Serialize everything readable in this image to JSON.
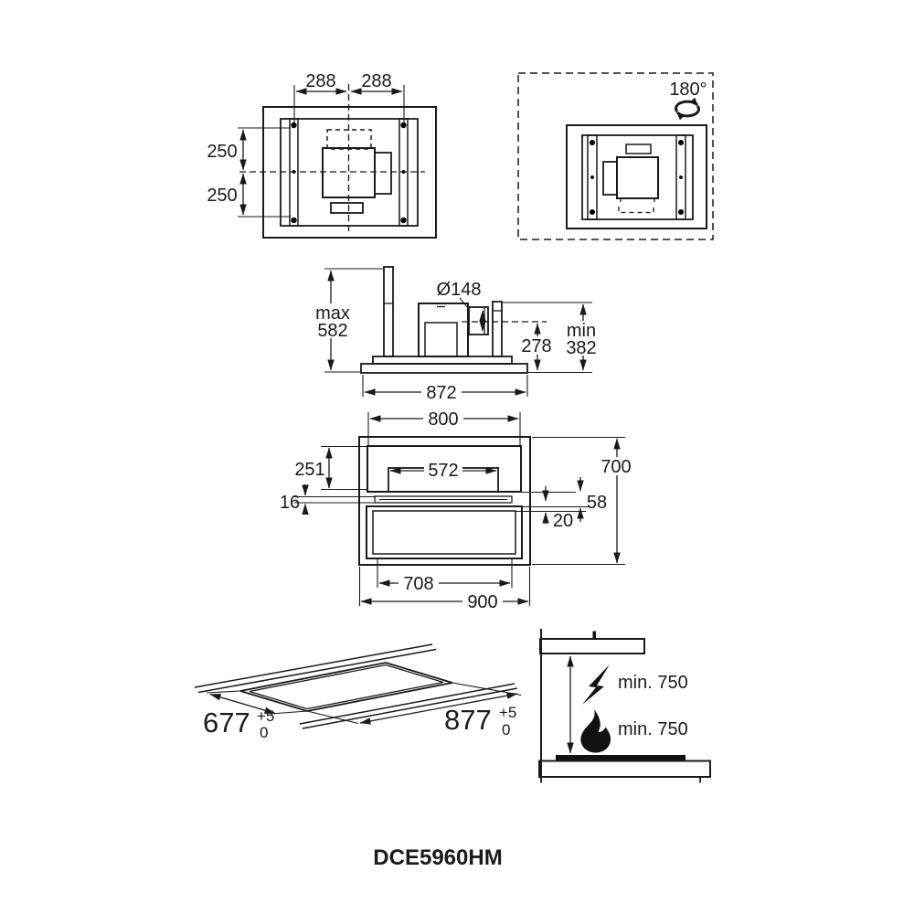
{
  "drawing": {
    "model": "DCE5960HM",
    "colors": {
      "line": "#1a1a1a",
      "background": "#ffffff",
      "icon_fill": "#111111"
    },
    "icons": {
      "rotate": "rotation-arrows-icon",
      "electric": "lightning-bolt-icon",
      "gas": "flame-icon"
    },
    "views": {
      "ceiling_plan": {
        "width_left": "288",
        "width_right": "288",
        "height_upper": "250",
        "height_lower": "250"
      },
      "ceiling_plan_rotated": {
        "rotation_angle": "180°"
      },
      "side_elevation": {
        "max_label": "max",
        "max_value": "582",
        "duct_diameter": "Ø148",
        "duct_offset": "278",
        "min_label": "min",
        "min_value": "382",
        "base_width": "872"
      },
      "front_elevation": {
        "body_width": "800",
        "total_height": "700",
        "upper_height": "251",
        "panel_width": "572",
        "panel_thickness": "16",
        "gap_height": "58",
        "lower_inset": "20",
        "lower_width": "708",
        "total_width": "900"
      },
      "ceiling_cutout": {
        "depth": "677",
        "depth_tol_plus": "+5",
        "depth_tol_minus": "0",
        "width": "877",
        "width_tol_plus": "+5",
        "width_tol_minus": "0"
      },
      "clearances": {
        "electric": "min. 750",
        "gas": "min. 750"
      }
    }
  }
}
